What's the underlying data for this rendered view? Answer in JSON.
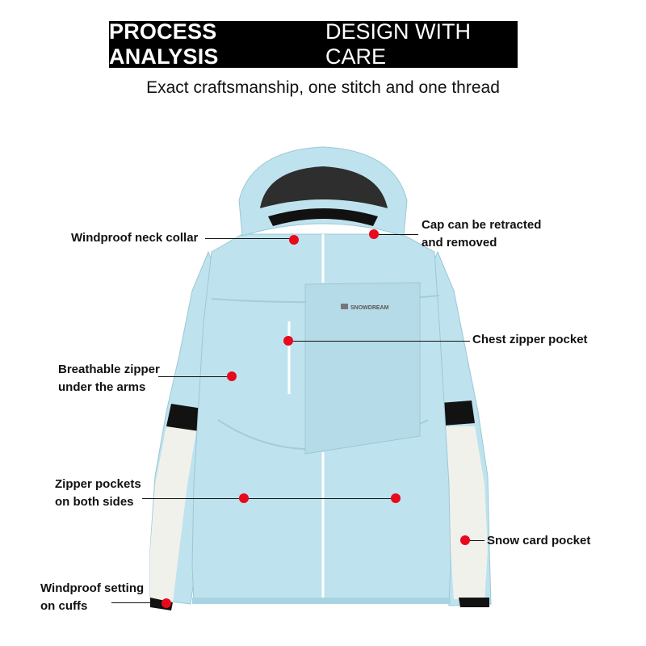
{
  "banner": {
    "bold": "PROCESS ANALYSIS",
    "light": "DESIGN WITH CARE"
  },
  "subtitle": "Exact craftsmanship, one stitch and one thread",
  "brand_mark": "SNOWDREAM",
  "callouts": {
    "neck": "Windproof neck collar",
    "cap_line1": "Cap can be retracted",
    "cap_line2": "and removed",
    "chest": "Chest zipper pocket",
    "arms_line1": "Breathable zipper",
    "arms_line2": "under the arms",
    "pockets_line1": "Zipper pockets",
    "pockets_line2": "on both sides",
    "snowcard": "Snow card pocket",
    "cuffs_line1": "Windproof setting",
    "cuffs_line2": "on cuffs"
  },
  "colors": {
    "jacket": "#bfe3ee",
    "jacket_shade": "#a8d4e2",
    "sleeve_white": "#f1f1ec",
    "stripe": "#121212",
    "dot": "#e8091c"
  }
}
